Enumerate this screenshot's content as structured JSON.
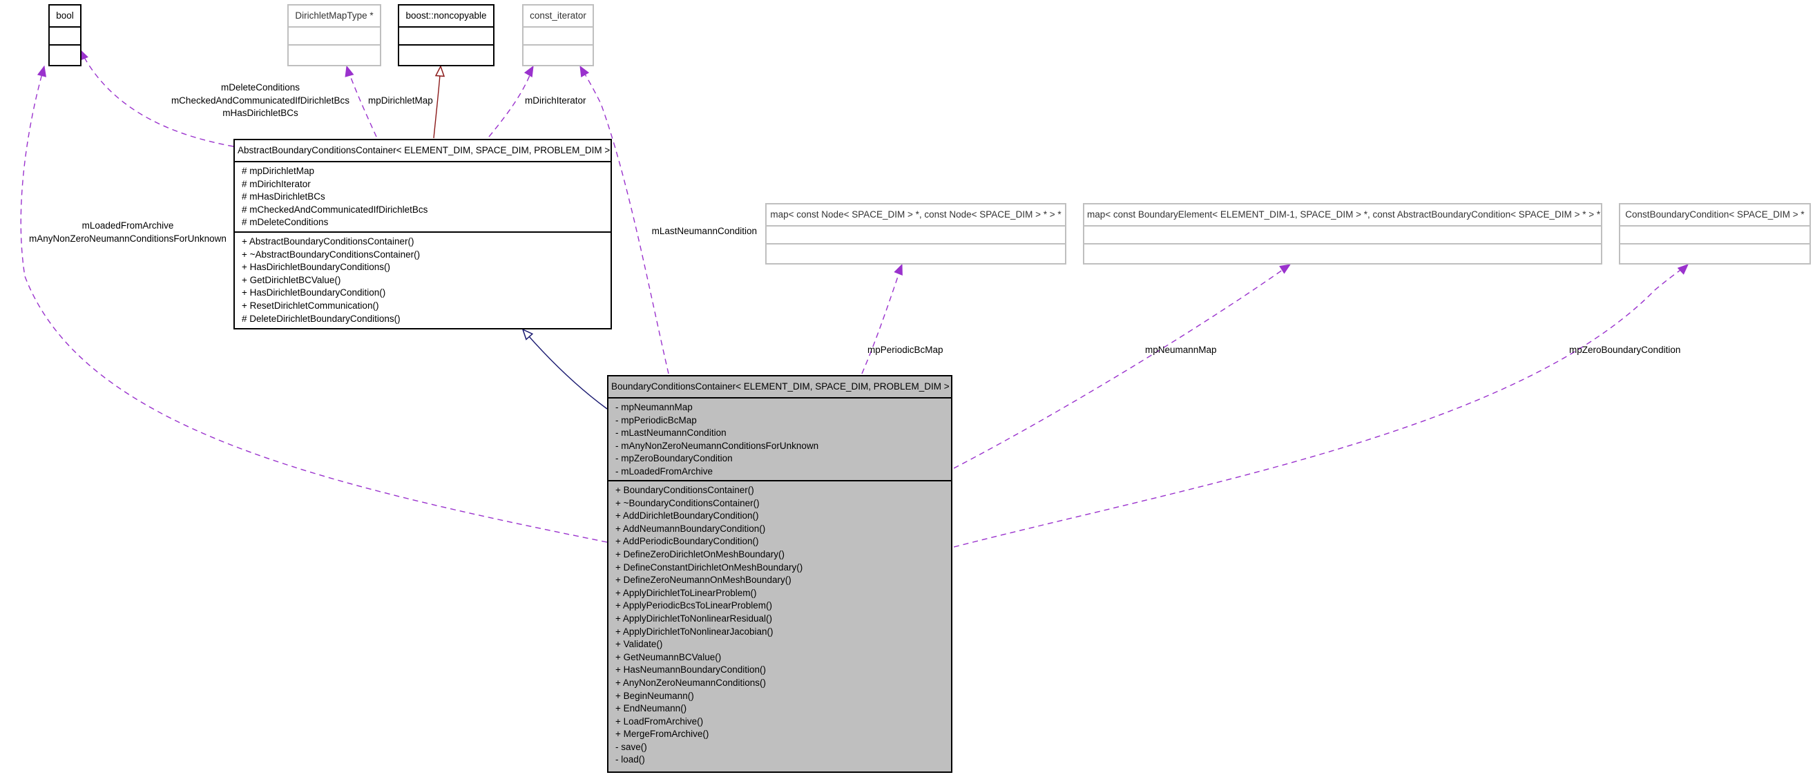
{
  "colors": {
    "dependency": "#9a32cd",
    "inheritance": "#191970",
    "template": "#8b1a1a"
  },
  "classes": [
    {
      "id": "bool",
      "name": "bool",
      "style": "plain",
      "fields": [],
      "ops": []
    },
    {
      "id": "dirichlet_map_type",
      "name": "DirichletMapType *",
      "style": "ghost",
      "fields": [],
      "ops": []
    },
    {
      "id": "noncopyable",
      "name": "boost::noncopyable",
      "style": "plain",
      "fields": [],
      "ops": []
    },
    {
      "id": "const_iterator",
      "name": "const_iterator",
      "style": "ghost",
      "fields": [],
      "ops": []
    },
    {
      "id": "abstract_bcc",
      "name": "AbstractBoundaryConditionsContainer< ELEMENT_DIM, SPACE_DIM, PROBLEM_DIM >",
      "style": "plain",
      "fields": [
        "# mpDirichletMap",
        "# mDirichIterator",
        "# mHasDirichletBCs",
        "# mCheckedAndCommunicatedIfDirichletBcs",
        "# mDeleteConditions"
      ],
      "ops": [
        "+ AbstractBoundaryConditionsContainer()",
        "+ ~AbstractBoundaryConditionsContainer()",
        "+ HasDirichletBoundaryConditions()",
        "+ GetDirichletBCValue()",
        "+ HasDirichletBoundaryCondition()",
        "+ ResetDirichletCommunication()",
        "# DeleteDirichletBoundaryConditions()"
      ]
    },
    {
      "id": "map_node",
      "name": "map< const Node< SPACE_DIM > *, const Node< SPACE_DIM > * > *",
      "style": "ghost",
      "fields": [],
      "ops": []
    },
    {
      "id": "map_bel",
      "name": "map< const BoundaryElement< ELEMENT_DIM-1, SPACE_DIM > *, const AbstractBoundaryCondition< SPACE_DIM > * > *",
      "style": "ghost",
      "fields": [],
      "ops": []
    },
    {
      "id": "const_bc",
      "name": "ConstBoundaryCondition< SPACE_DIM > *",
      "style": "ghost",
      "fields": [],
      "ops": []
    },
    {
      "id": "bcc",
      "name": "BoundaryConditionsContainer< ELEMENT_DIM, SPACE_DIM, PROBLEM_DIM >",
      "style": "main",
      "fields": [
        "- mpNeumannMap",
        "- mpPeriodicBcMap",
        "- mLastNeumannCondition",
        "- mAnyNonZeroNeumannConditionsForUnknown",
        "- mpZeroBoundaryCondition",
        "- mLoadedFromArchive"
      ],
      "ops": [
        "+ BoundaryConditionsContainer()",
        "+ ~BoundaryConditionsContainer()",
        "+ AddDirichletBoundaryCondition()",
        "+ AddNeumannBoundaryCondition()",
        "+ AddPeriodicBoundaryCondition()",
        "+ DefineZeroDirichletOnMeshBoundary()",
        "+ DefineConstantDirichletOnMeshBoundary()",
        "+ DefineZeroNeumannOnMeshBoundary()",
        "+ ApplyDirichletToLinearProblem()",
        "+ ApplyPeriodicBcsToLinearProblem()",
        "+ ApplyDirichletToNonlinearResidual()",
        "+ ApplyDirichletToNonlinearJacobian()",
        "+ Validate()",
        "+ GetNeumannBCValue()",
        "+ HasNeumannBoundaryCondition()",
        "+ AnyNonZeroNeumannConditions()",
        "+ BeginNeumann()",
        "+ EndNeumann()",
        "+ LoadFromArchive()",
        "+ MergeFromArchive()",
        "- save()",
        "- load()"
      ]
    }
  ],
  "edges": [
    {
      "id": "e_bool_abs",
      "kind": "dependency",
      "from": "abstract_bcc",
      "to": "bool",
      "labels": [
        "mDeleteConditions",
        "mCheckedAndCommunicatedIfDirichletBcs",
        "mHasDirichletBCs"
      ]
    },
    {
      "id": "e_dmt_abs",
      "kind": "dependency",
      "from": "abstract_bcc",
      "to": "dirichlet_map_type",
      "labels": [
        "mpDirichletMap"
      ]
    },
    {
      "id": "e_nc_abs",
      "kind": "template",
      "from": "abstract_bcc",
      "to": "noncopyable",
      "labels": []
    },
    {
      "id": "e_ci_abs",
      "kind": "dependency",
      "from": "abstract_bcc",
      "to": "const_iterator",
      "labels": [
        "mDirichIterator"
      ]
    },
    {
      "id": "e_ci_bcc",
      "kind": "dependency",
      "from": "bcc",
      "to": "const_iterator",
      "labels": [
        "mLastNeumannCondition"
      ]
    },
    {
      "id": "e_bool_bcc",
      "kind": "dependency",
      "from": "bcc",
      "to": "bool",
      "labels": [
        "mLoadedFromArchive",
        "mAnyNonZeroNeumannConditionsForUnknown"
      ]
    },
    {
      "id": "e_abs_bcc",
      "kind": "inheritance",
      "from": "bcc",
      "to": "abstract_bcc",
      "labels": []
    },
    {
      "id": "e_mapnode_bcc",
      "kind": "dependency",
      "from": "bcc",
      "to": "map_node",
      "labels": [
        "mpPeriodicBcMap"
      ]
    },
    {
      "id": "e_mapbel_bcc",
      "kind": "dependency",
      "from": "bcc",
      "to": "map_bel",
      "labels": [
        "mpNeumannMap"
      ]
    },
    {
      "id": "e_cbc_bcc",
      "kind": "dependency",
      "from": "bcc",
      "to": "const_bc",
      "labels": [
        "mpZeroBoundaryCondition"
      ]
    }
  ]
}
